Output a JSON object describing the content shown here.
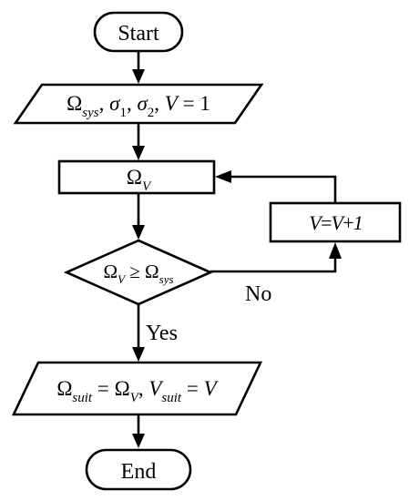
{
  "diagram": {
    "start_label": "Start",
    "end_label": "End",
    "init_box": {
      "omega": "Ω",
      "omega_sub": "sys",
      "sep1": ", ",
      "sigma1": "σ",
      "sigma1_sub": "1",
      "sep2": ", ",
      "sigma2": "σ",
      "sigma2_sub": "2",
      "sep3": ", ",
      "v": "V",
      "assign": " = 1"
    },
    "compute_box": {
      "omega": "Ω",
      "omega_sub": "V"
    },
    "increment_box": {
      "text": "V=V+1"
    },
    "decision": {
      "left_omega": "Ω",
      "left_sub": "V",
      "op": " ≥ ",
      "right_omega": "Ω",
      "right_sub": "sys"
    },
    "result_box": {
      "omega": "Ω",
      "omega_sub": "suit",
      "eq1": " = ",
      "omega2": "Ω",
      "omega2_sub": "V",
      "sep": ", ",
      "v": "V",
      "v_sub": "suit",
      "eq2": " = ",
      "v2": "V"
    },
    "edge_no_label": "No",
    "edge_yes_label": "Yes"
  }
}
